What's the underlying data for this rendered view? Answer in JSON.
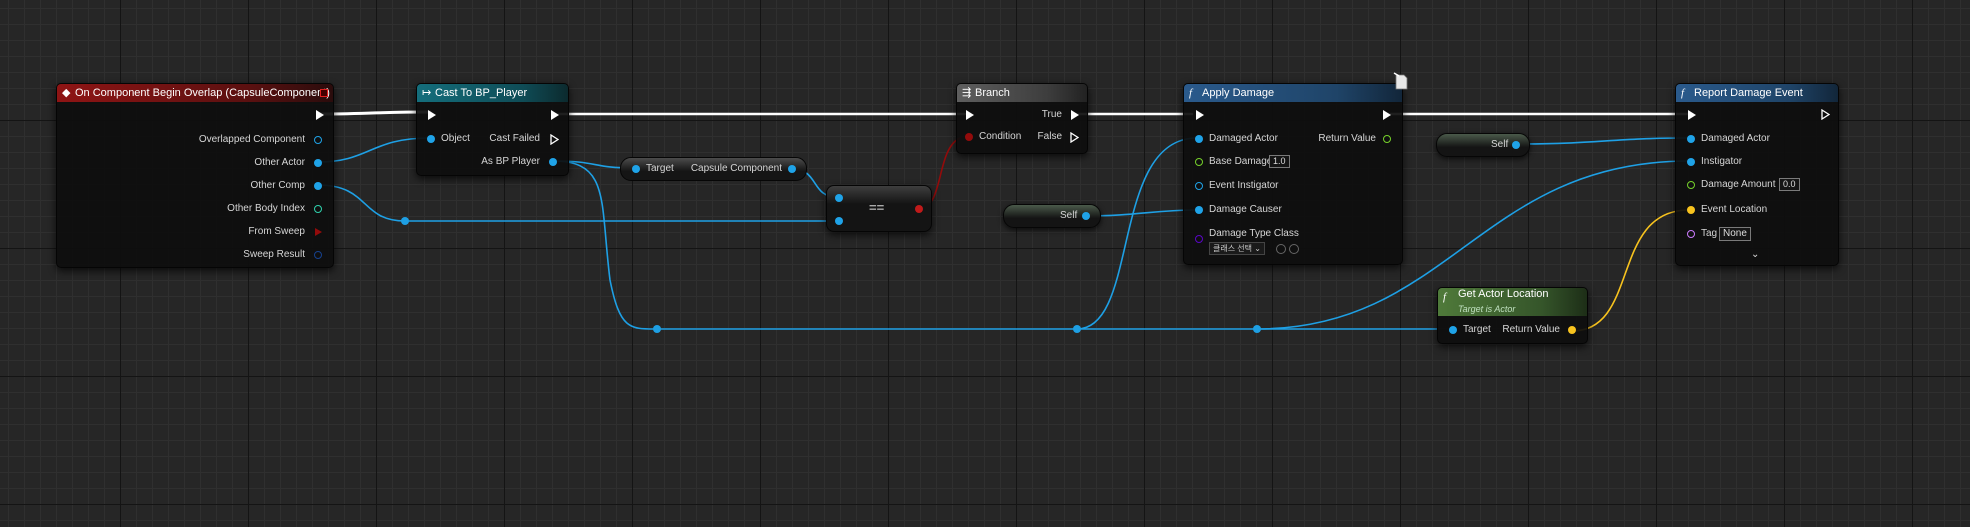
{
  "colors": {
    "exec": "#ffffff",
    "object": "#1fa3e8",
    "bool": "#930b0b",
    "struct_hit": "#16418e",
    "int": "#2fd2ad",
    "float": "#76d12b",
    "vector": "#f8c31e",
    "name": "#cc7cff",
    "class": "#5a06c6"
  },
  "nodes": {
    "overlap": {
      "title": "On Component Begin Overlap (CapsuleComponent)",
      "pins": [
        "Overlapped Component",
        "Other Actor",
        "Other Comp",
        "Other Body Index",
        "From Sweep",
        "Sweep Result"
      ]
    },
    "cast": {
      "title": "Cast To BP_Player",
      "object": "Object",
      "cast_failed": "Cast Failed",
      "as": "As BP Player"
    },
    "capsule": {
      "target": "Target",
      "output": "Capsule Component"
    },
    "equals": {
      "op": "=="
    },
    "branch": {
      "title": "Branch",
      "true": "True",
      "condition": "Condition",
      "false": "False"
    },
    "self_a": {
      "label": "Self"
    },
    "self_b": {
      "label": "Self"
    },
    "apply": {
      "title": "Apply Damage",
      "damaged_actor": "Damaged Actor",
      "return_value": "Return Value",
      "base_damage": "Base Damage",
      "base_damage_value": "1.0",
      "event_instigator": "Event Instigator",
      "damage_causer": "Damage Causer",
      "damage_type_class": "Damage Type Class",
      "class_select": "클래스 선택"
    },
    "report": {
      "title": "Report Damage Event",
      "damaged_actor": "Damaged Actor",
      "instigator": "Instigator",
      "damage_amount": "Damage Amount",
      "damage_amount_value": "0.0",
      "event_location": "Event Location",
      "tag": "Tag",
      "tag_value": "None"
    },
    "getloc": {
      "title": "Get Actor Location",
      "subtitle": "Target is Actor",
      "target": "Target",
      "return_value": "Return Value"
    }
  }
}
